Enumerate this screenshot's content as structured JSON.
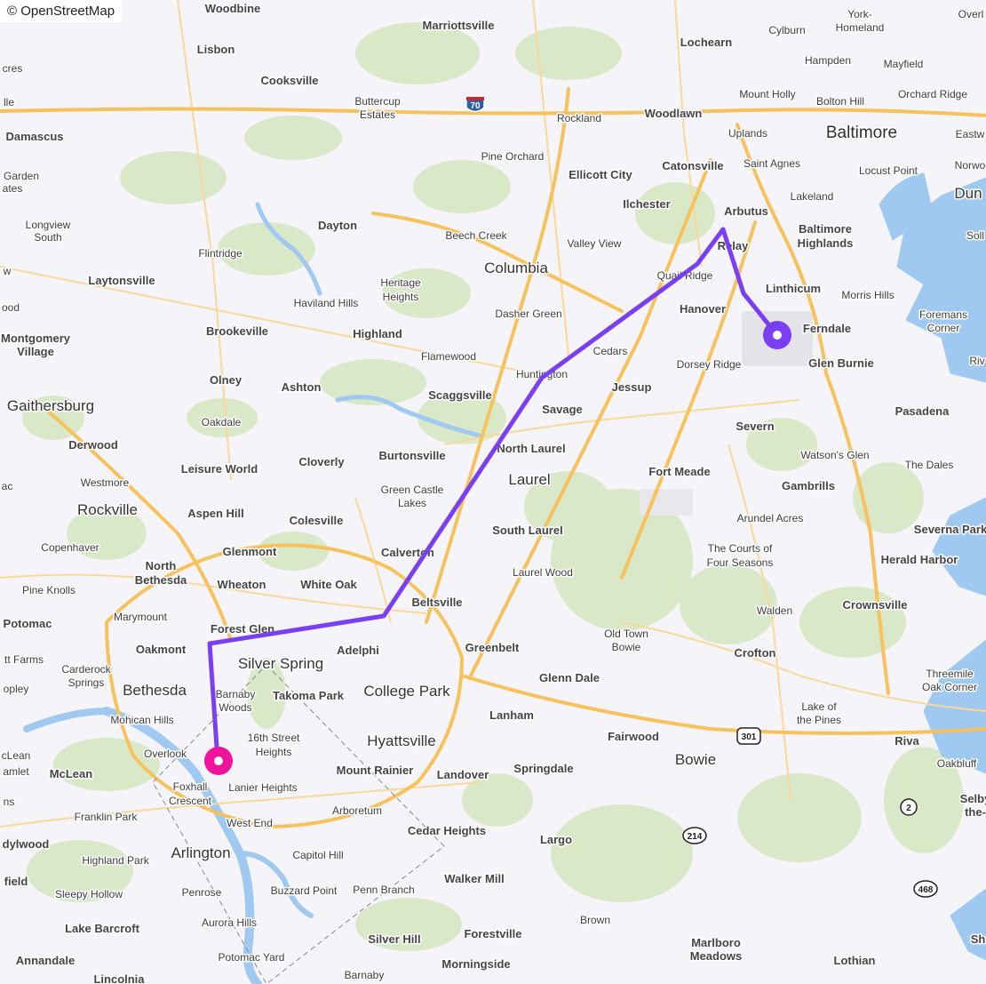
{
  "attribution": "© OpenStreetMap",
  "colors": {
    "route": "#7b3ff2",
    "origin_marker": "#7b3ff2",
    "destination_marker": "#f0139c",
    "water": "#9fc9f0",
    "park": "#d4e6c0",
    "major_road": "#f7c15c",
    "minor_road": "#fbd79a",
    "background": "#f5f4f8"
  },
  "route": {
    "name": "route-line",
    "origin_icon": "origin-marker-icon",
    "destination_icon": "destination-marker-icon"
  },
  "shields": [
    {
      "id": "i70",
      "text": "70",
      "type": "interstate"
    },
    {
      "id": "us301",
      "text": "301",
      "type": "us"
    },
    {
      "id": "md214",
      "text": "214",
      "type": "state"
    },
    {
      "id": "md2",
      "text": "2",
      "type": "state"
    },
    {
      "id": "md468",
      "text": "468",
      "type": "state"
    }
  ],
  "labels": {
    "woodbine": "Woodbine",
    "marriottsville": "Marriottsville",
    "york_homeland_1": "York-",
    "york_homeland_2": "Homeland",
    "overlea": "Overl",
    "lochearn": "Lochearn",
    "cylburn": "Cylburn",
    "lisbon": "Lisbon",
    "hampden": "Hampden",
    "mayfield": "Mayfield",
    "acres": "cres",
    "cooksville": "Cooksville",
    "buttercup_1": "Buttercup",
    "buttercup_2": "Estates",
    "rockland": "Rockland",
    "woodlawn": "Woodlawn",
    "mount_holly": "Mount Holly",
    "bolton_hill": "Bolton Hill",
    "orchard_ridge": "Orchard Ridge",
    "ille": "lle",
    "damascus": "Damascus",
    "uplands": "Uplands",
    "baltimore": "Baltimore",
    "eastwood": "Eastw",
    "pine_orchard": "Pine Orchard",
    "catonsville": "Catonsville",
    "saint_agnes": "Saint Agnes",
    "locust_point": "Locust Point",
    "norwood": "Norwo",
    "garden": "Garden",
    "ates": "ates",
    "ellicott_city": "Ellicott City",
    "lakeland": "Lakeland",
    "dundalk": "Dun",
    "ilchester": "Ilchester",
    "arbutus": "Arbutus",
    "longview_1": "Longview",
    "longview_2": "South",
    "dayton": "Dayton",
    "beech_creek": "Beech Creek",
    "valley_view": "Valley View",
    "baltimore_highlands_1": "Baltimore",
    "baltimore_highlands_2": "Highlands",
    "sollers": "Soll",
    "relay": "Relay",
    "flintridge": "Flintridge",
    "columbia": "Columbia",
    "w": "w",
    "laytonsville": "Laytonsville",
    "heritage_heights_1": "Heritage",
    "heritage_heights_2": "Heights",
    "quail_ridge": "Quail Ridge",
    "linthicum": "Linthicum",
    "morris_hills": "Morris Hills",
    "haviland_hills": "Haviland Hills",
    "ood": "ood",
    "hanover": "Hanover",
    "dasher_green": "Dasher Green",
    "foremans_1": "Foremans",
    "foremans_2": "Corner",
    "brookeville": "Brookeville",
    "highland": "Highland",
    "ferndale": "Ferndale",
    "montgomery_1": "Montgomery",
    "montgomery_2": "Village",
    "cedars": "Cedars",
    "flamewood": "Flamewood",
    "dorsey_ridge": "Dorsey Ridge",
    "glen_burnie": "Glen Burnie",
    "riviera": "Riv",
    "huntington": "Huntington",
    "olney": "Olney",
    "ashton": "Ashton",
    "jessup": "Jessup",
    "scaggsville": "Scaggsville",
    "gaithersburg": "Gaithersburg",
    "savage": "Savage",
    "pasadena": "Pasadena",
    "oakdale": "Oakdale",
    "severn": "Severn",
    "derwood": "Derwood",
    "north_laurel": "North Laurel",
    "burtonsville": "Burtonsville",
    "watsons_glen": "Watson's Glen",
    "cloverly": "Cloverly",
    "the_dales": "The Dales",
    "leisure_world": "Leisure World",
    "fort_meade": "Fort Meade",
    "westmore": "Westmore",
    "laurel": "Laurel",
    "ac": "ac",
    "gambrills": "Gambrills",
    "green_castle_1": "Green Castle",
    "green_castle_2": "Lakes",
    "rockville": "Rockville",
    "aspen_hill": "Aspen Hill",
    "colesville": "Colesville",
    "arundel_acres": "Arundel Acres",
    "copenhaver": "Copenhaver",
    "south_laurel": "South Laurel",
    "severna_park": "Severna Park",
    "courts_1": "The Courts of",
    "courts_2": "Four Seasons",
    "glenmont": "Glenmont",
    "calverton": "Calverton",
    "herald_harbor": "Herald Harbor",
    "north_bethesda_1": "North",
    "north_bethesda_2": "Bethesda",
    "laurel_wood": "Laurel Wood",
    "wheaton": "Wheaton",
    "white_oak": "White Oak",
    "pine_knolls": "Pine Knolls",
    "beltsville": "Beltsville",
    "crownsville": "Crownsville",
    "walden": "Walden",
    "marymount": "Marymount",
    "potomac": "Potomac",
    "forest_glen": "Forest Glen",
    "old_town_bowie_1": "Old Town",
    "old_town_bowie_2": "Bowie",
    "oakmont": "Oakmont",
    "adelphi": "Adelphi",
    "greenbelt": "Greenbelt",
    "crofton": "Crofton",
    "tt_farms": "tt Farms",
    "silver_spring": "Silver Spring",
    "carderock_1": "Carderock",
    "carderock_2": "Springs",
    "glenn_dale": "Glenn Dale",
    "threemile_1": "Threemile",
    "threemile_2": "Oak Corner",
    "opley": "opley",
    "bethesda": "Bethesda",
    "takoma_park": "Takoma Park",
    "college_park": "College Park",
    "barnaby_woods_1": "Barnaby",
    "barnaby_woods_2": "Woods",
    "lake_pines_1": "Lake of",
    "lake_pines_2": "the Pines",
    "mohican_hills": "Mohican Hills",
    "lanham": "Lanham",
    "fairwood": "Fairwood",
    "riva": "Riva",
    "clean": "cLean",
    "sixteenth_1": "16th Street",
    "sixteenth_2": "Heights",
    "hyattsville": "Hyattsville",
    "overlook": "Overlook",
    "bowie": "Bowie",
    "amlet": "amlet",
    "mclean": "McLean",
    "mount_rainier": "Mount Rainier",
    "springdale": "Springdale",
    "oakbluff": "Oakbluff",
    "landover": "Landover",
    "foxhall_1": "Foxhall",
    "foxhall_2": "Crescent",
    "lanier_heights": "Lanier Heights",
    "ns": "ns",
    "selby_1": "Selby",
    "selby_2": "the-",
    "franklin_park": "Franklin Park",
    "arboretum": "Arboretum",
    "west_end": "West End",
    "cedar_heights": "Cedar Heights",
    "largo": "Largo",
    "dylwood": "dylwood",
    "arlington": "Arlington",
    "capitol_hill": "Capitol Hill",
    "highland_park": "Highland Park",
    "walker_mill": "Walker Mill",
    "field": "field",
    "sleepy_hollow": "Sleepy Hollow",
    "penrose": "Penrose",
    "buzzard_point": "Buzzard Point",
    "penn_branch": "Penn Branch",
    "aurora_hills": "Aurora Hills",
    "brown": "Brown",
    "lake_barcroft": "Lake Barcroft",
    "forestville": "Forestville",
    "marlboro_1": "Marlboro",
    "marlboro_2": "Meadows",
    "silver_hill": "Silver Hill",
    "sh": "Sh",
    "annandale": "Annandale",
    "potomac_yard": "Potomac Yard",
    "morningside": "Morningside",
    "lothian": "Lothian",
    "lincolnia": "Lincolnia",
    "barnaby": "Barnaby"
  }
}
